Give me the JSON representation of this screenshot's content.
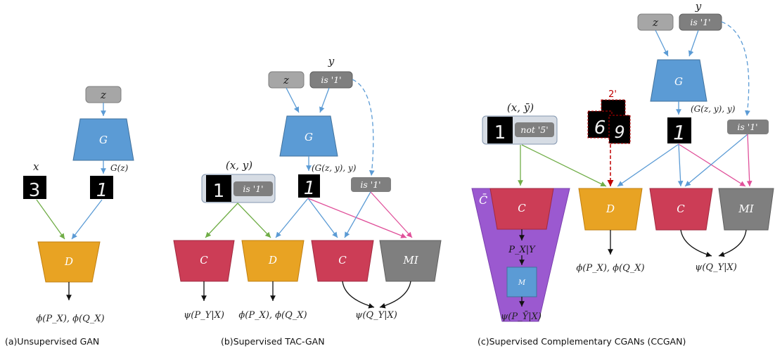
{
  "colors": {
    "generator": "#5b9bd5",
    "generator_edge": "#41719c",
    "discriminator": "#e8a323",
    "classifier": "#cc3d56",
    "mi": "#7f7f7f",
    "complement": "#9b59d0",
    "gray_box": "#a6a6a6",
    "dark_gray_box": "#7f7f7f",
    "green_arrow": "#70ad47",
    "blue_arrow": "#5b9bd5",
    "pink_arrow": "#e0509a",
    "red_dashed": "#c00000"
  },
  "panel_a": {
    "z": "z",
    "G": "G",
    "Gz": "G(z)",
    "x": "x",
    "D": "D",
    "loss": "ϕ(P_X), ϕ(Q_X)",
    "caption": "(a)Unsupervised GAN",
    "digit_real": "3",
    "digit_fake": "1"
  },
  "panel_b": {
    "y": "y",
    "z": "z",
    "is1": "is '1'",
    "G": "G",
    "xy": "(x, y)",
    "Gzy": "(G(z, y), y)",
    "is1_label": "is '1'",
    "C1": "C",
    "D": "D",
    "C2": "C",
    "MI": "MI",
    "loss_c": "ψ(P_Y|X)",
    "loss_d": "ϕ(P_X), ϕ(Q_X)",
    "loss_mi": "ψ(Q_Y|X)",
    "caption": "(b)Supervised  TAC-GAN",
    "digit_real": "1",
    "digit_fake": "1"
  },
  "panel_c": {
    "y": "y",
    "z": "z",
    "is1": "is '1'",
    "G": "G",
    "xybar": "(x, ȳ)",
    "not5": "not '5'",
    "Gzy": "(G(z, y), y)",
    "is1_label": "is '1'",
    "Cbar": "C̄",
    "C_inner": "C",
    "Pxy": "P_X|Y",
    "M": "M",
    "D": "D",
    "C": "C",
    "MI": "MI",
    "loss_cbar": "ψ(P_Ȳ|X)",
    "loss_d": "ϕ(P_X), ϕ(Q_X)",
    "loss_mi": "ψ(Q_Y|X)",
    "caption": "(c)Supervised Complementary CGANs (CCGAN)",
    "noise_top": "2'",
    "digit_real": "1",
    "digit_fake": "1",
    "noise_a": "6",
    "noise_b": "9"
  }
}
